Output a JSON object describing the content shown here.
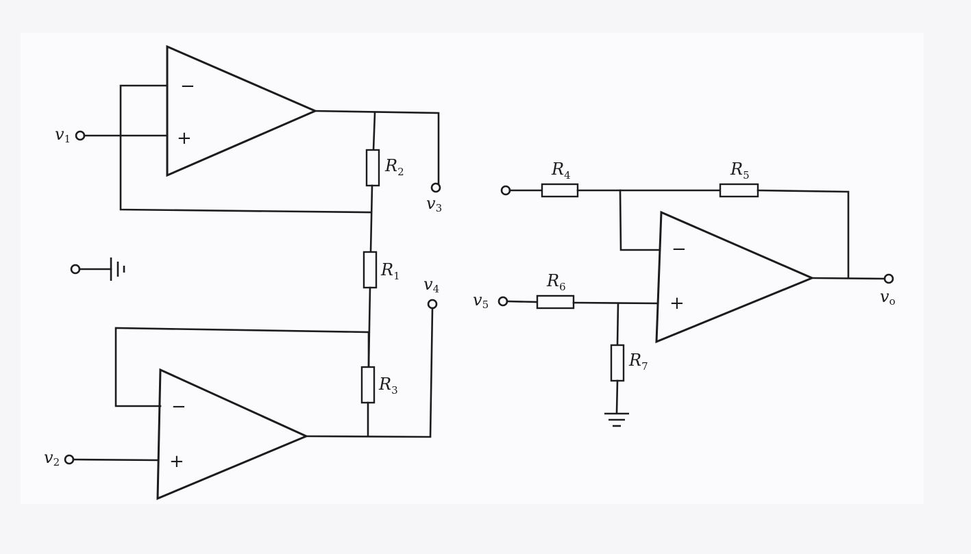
{
  "diagram": {
    "resistors": {
      "R1": {
        "base": "R",
        "sub": "1"
      },
      "R2": {
        "base": "R",
        "sub": "2"
      },
      "R3": {
        "base": "R",
        "sub": "3"
      },
      "R4": {
        "base": "R",
        "sub": "4"
      },
      "R5": {
        "base": "R",
        "sub": "5"
      },
      "R6": {
        "base": "R",
        "sub": "6"
      },
      "R7": {
        "base": "R",
        "sub": "7"
      }
    },
    "terminals": {
      "v1": {
        "base": "v",
        "sub": "1"
      },
      "v2": {
        "base": "v",
        "sub": "2"
      },
      "v3": {
        "base": "v",
        "sub": "3"
      },
      "v4": {
        "base": "v",
        "sub": "4"
      },
      "v5": {
        "base": "v",
        "sub": "5"
      },
      "vo": {
        "base": "v",
        "sub": "o"
      }
    },
    "amp_signs": {
      "minus": "−",
      "plus": "+"
    },
    "colors": {
      "ink": "#1d1b1e",
      "paper": "#fbfafc",
      "background": "#f6f5f7"
    }
  }
}
